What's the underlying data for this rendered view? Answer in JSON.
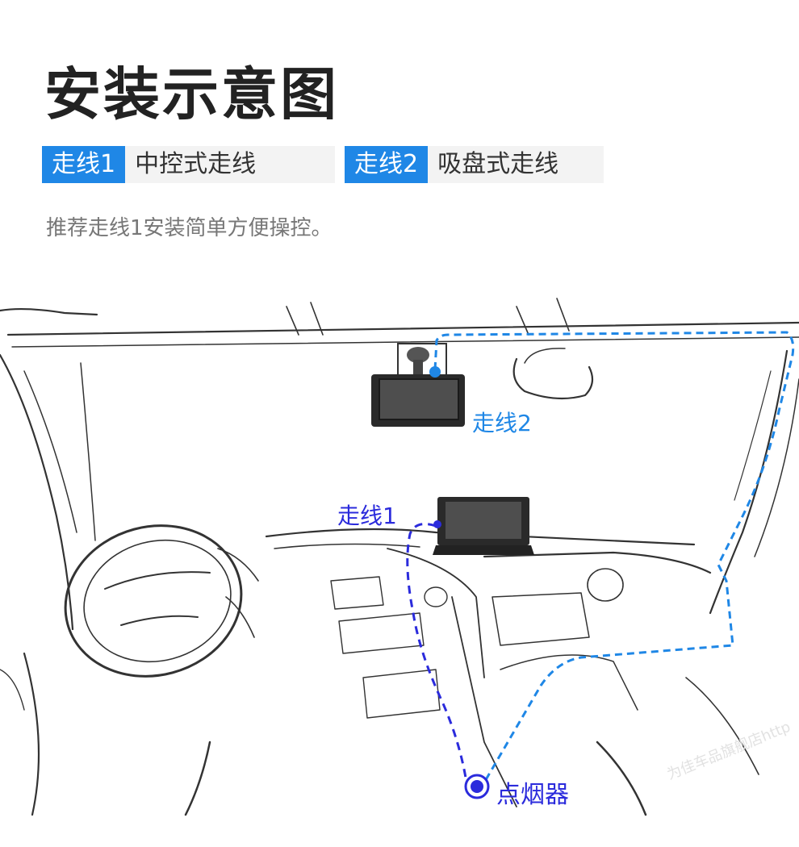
{
  "title": "安装示意图",
  "routes": [
    {
      "badge": "走线1",
      "desc": "中控式走线"
    },
    {
      "badge": "走线2",
      "desc": "吸盘式走线"
    }
  ],
  "note": "推荐走线1安装简单方便操控。",
  "diagram": {
    "label_route2": "走线2",
    "label_route1": "走线1",
    "label_lighter": "点烟器"
  },
  "watermark": "为佳车品旗舰店http",
  "colors": {
    "route1": "#2b2bdc",
    "route2": "#1f87e6",
    "badge": "#1f87e6"
  }
}
